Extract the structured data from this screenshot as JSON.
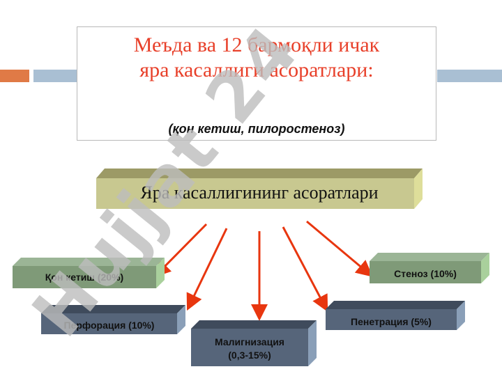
{
  "slide": {
    "title": "Меъда ва 12 бармоқли ичак\nяра касаллиги асоратлари:",
    "subtitle": "(қон кетиш, пилоростеноз)"
  },
  "diagram": {
    "central_label": "Яра касаллигининг асоратлари",
    "complications": {
      "bleeding": "Қон кетиш (20%)",
      "perforation": "Перфорация (10%)",
      "malignization": "Малигнизация\n(0,3-15%)",
      "penetration": "Пенетрация (5%)",
      "stenosis": "Стеноз (10%)"
    }
  },
  "watermark": {
    "text": "Hujjat 24"
  },
  "colors": {
    "title_red": "#e8402a",
    "arrow_red": "#e8360f",
    "accent_orange": "#e07a46",
    "accent_blue": "#a9bfd3",
    "central_box": "#c8c890",
    "green_box": "#7f9a78",
    "slate_box": "#56657a"
  }
}
